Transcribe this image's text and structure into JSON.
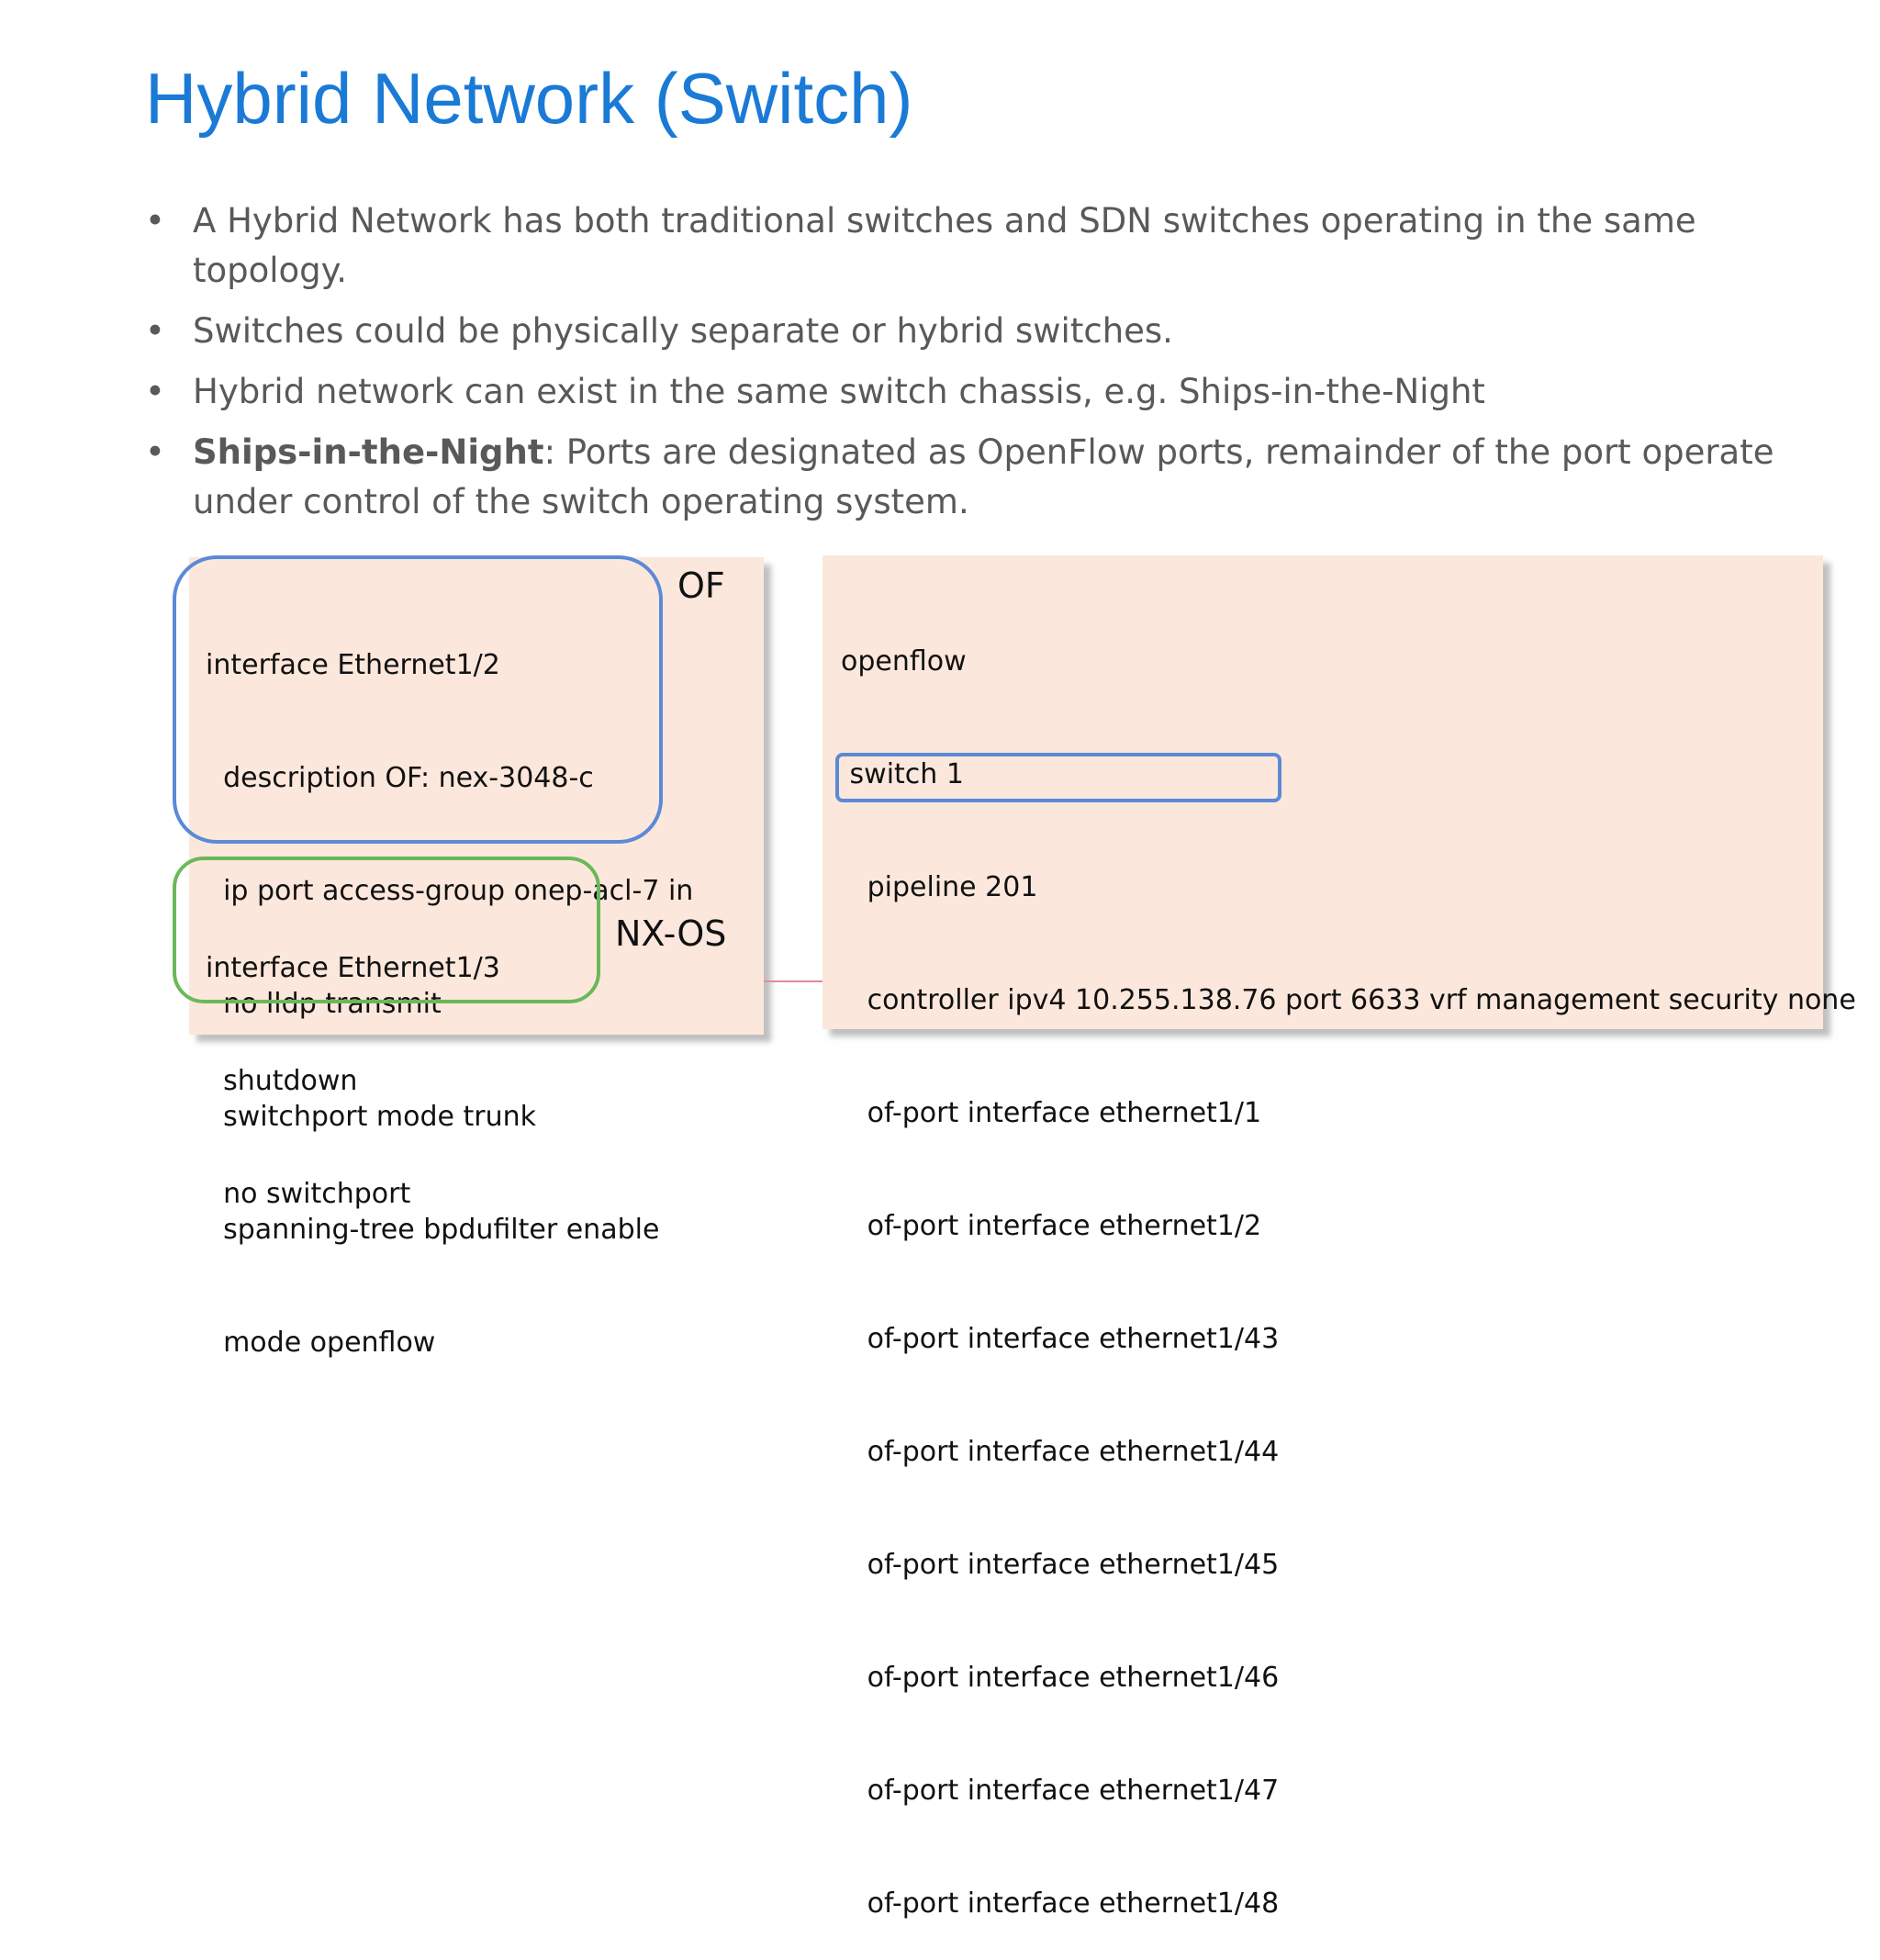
{
  "title": "Hybrid Network (Switch)",
  "bullets": [
    {
      "bold": "",
      "text": "A Hybrid  Network has both traditional switches and SDN switches operating in the same topology."
    },
    {
      "bold": "",
      "text": "Switches could be physically separate or hybrid switches."
    },
    {
      "bold": "",
      "text": "Hybrid network can exist in the same switch chassis,  e.g. Ships-in-the-Night"
    },
    {
      "bold": "Ships-in-the-Night",
      "text": ": Ports are designated as OpenFlow ports, remainder of the port operate under control of the switch operating system."
    }
  ],
  "left_panel": {
    "of_block": [
      "interface Ethernet1/2",
      "  description OF: nex-3048-c",
      "  ip port access-group onep-acl-7 in",
      "  no lldp transmit",
      "  switchport mode trunk",
      "  spanning-tree bpdufilter enable",
      "  mode openflow"
    ],
    "nxos_block": [
      "interface Ethernet1/3",
      "  shutdown",
      "  no switchport"
    ],
    "of_label": "OF",
    "nxos_label": "NX-OS"
  },
  "right_panel": {
    "lines": [
      "openflow",
      " switch 1",
      "   pipeline 201",
      "   controller ipv4 10.255.138.76 port 6633 vrf management security none",
      "   of-port interface ethernet1/1",
      "   of-port interface ethernet1/2",
      "   of-port interface ethernet1/43",
      "   of-port interface ethernet1/44",
      "   of-port interface ethernet1/45",
      "   of-port interface ethernet1/46",
      "   of-port interface ethernet1/47",
      "   of-port interface ethernet1/48"
    ]
  },
  "colors": {
    "title": "#1a7ad6",
    "panel_bg": "#fce7dc",
    "of_box": "#5b8ad6",
    "nxos_box": "#6bb85a"
  }
}
